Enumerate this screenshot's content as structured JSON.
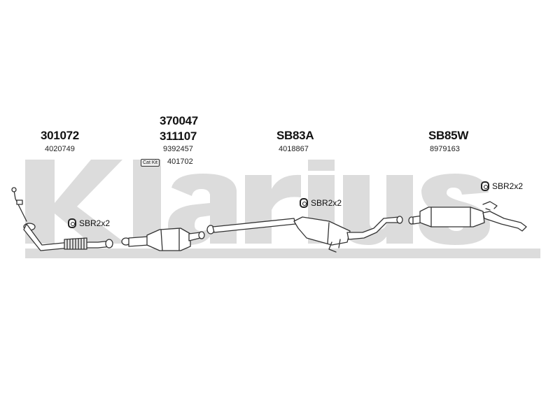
{
  "watermark": {
    "text": "Klarius",
    "color": "#d8d8d8"
  },
  "groups": [
    {
      "code": "301072",
      "number": "4020749"
    },
    {
      "code_top": "370047",
      "code": "311107",
      "number": "9392457",
      "cat_kit_label": "Cat Kit",
      "cat_kit_number": "401702"
    },
    {
      "code": "SB83A",
      "number": "4018867"
    },
    {
      "code": "SB85W",
      "number": "8979163"
    }
  ],
  "rubber_mounts": [
    {
      "label": "SBR2x2"
    },
    {
      "label": "SBR2x2"
    },
    {
      "label": "SBR2x2"
    }
  ]
}
